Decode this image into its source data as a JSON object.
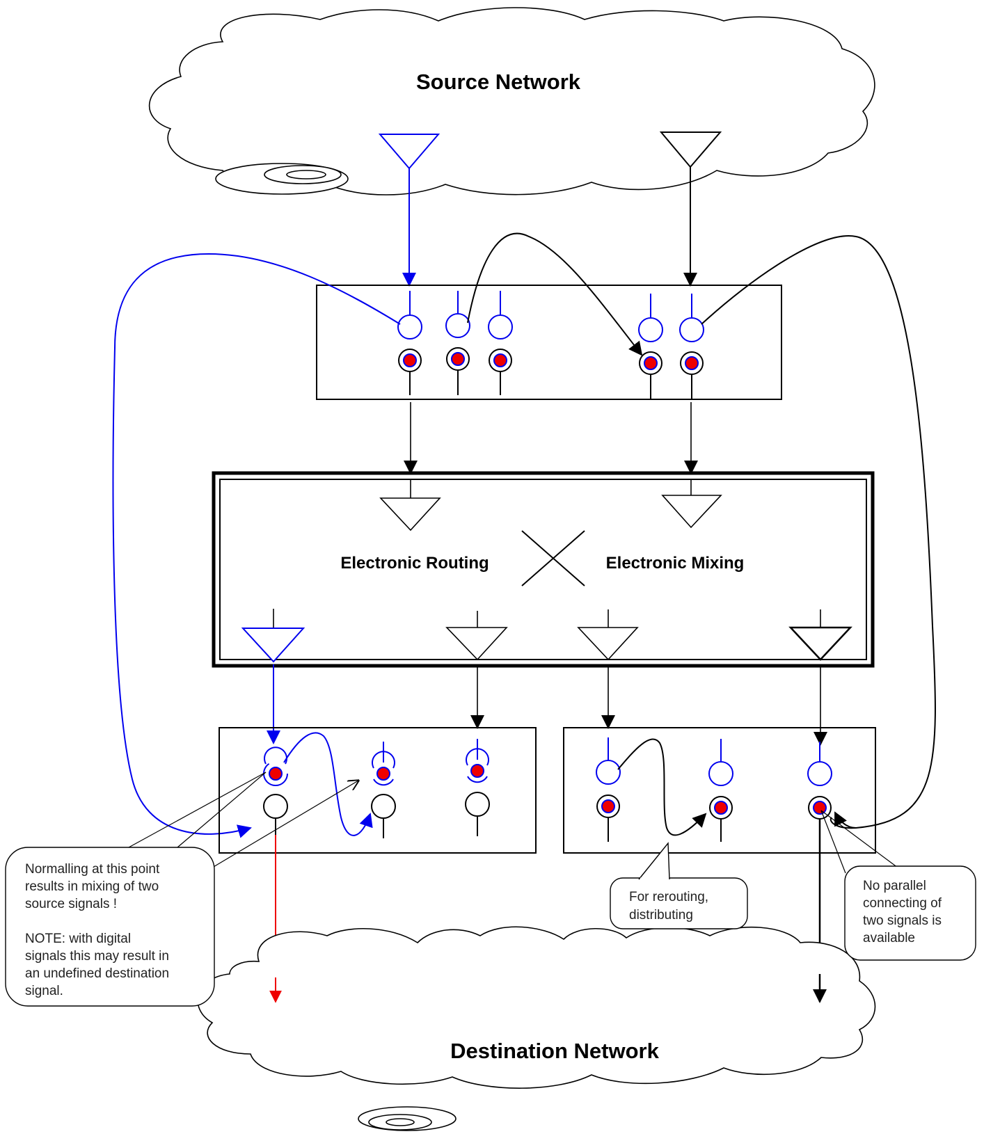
{
  "clouds": {
    "source": "Source Network",
    "destination": "Destination  Network"
  },
  "router": {
    "left_label": "Electronic  Routing",
    "right_label": "Electronic   Mixing"
  },
  "callouts": {
    "mixing": [
      "Normalling at this point",
      "results in mixing of two",
      "source signals  !",
      "",
      "NOTE: with digital",
      "signals this may result in",
      "an undefined destination",
      "signal."
    ],
    "rerouting": [
      "For rerouting,",
      "distributing"
    ],
    "parallel": [
      "No parallel",
      "connecting of",
      "two signals is",
      "available"
    ]
  },
  "colors": {
    "blue_signal": "#0000ee",
    "black_signal": "#000000",
    "red_signal": "#ee0000",
    "jack_dot": "#ee0000"
  }
}
